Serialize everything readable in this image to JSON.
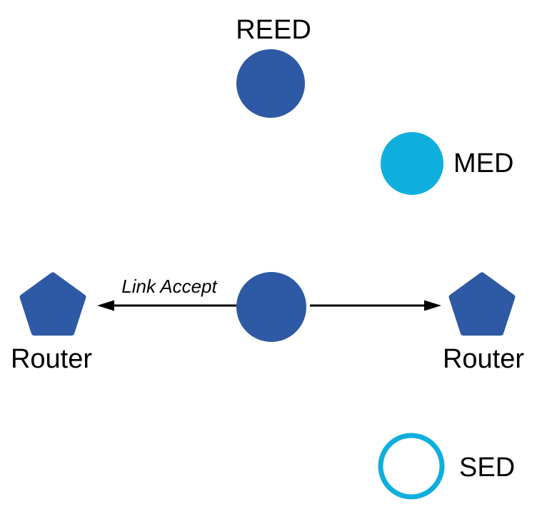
{
  "colors": {
    "node_blue": "#2E59A4",
    "node_cyan": "#0FAFDD",
    "arrow_black": "#000000",
    "sed_fill": "#FFFFFF"
  },
  "nodes": {
    "reed": {
      "label": "REED"
    },
    "med": {
      "label": "MED"
    },
    "router_left": {
      "label": "Router"
    },
    "router_right": {
      "label": "Router"
    },
    "sed": {
      "label": "SED"
    }
  },
  "edges": {
    "left": {
      "label": "Link Accept"
    }
  }
}
